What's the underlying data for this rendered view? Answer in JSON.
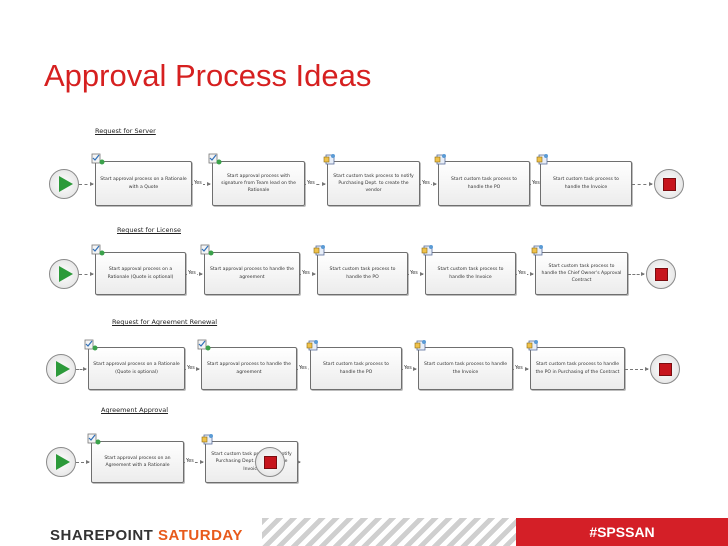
{
  "slide": {
    "title": "Approval Process Ideas"
  },
  "flows": [
    {
      "label": "Request for Server",
      "steps": [
        "Start approval process on a Rationale with a Quote",
        "Start approval process with signature from Team lead on the Rationale",
        "Start custom task process to notify Purchasing Dept. to create the vendor",
        "Start custom task process to handle the PO",
        "Start custom task process to handle the Invoice"
      ],
      "connectors": [
        "Yes",
        "Yes",
        "Yes",
        "Yes"
      ]
    },
    {
      "label": "Request for License",
      "steps": [
        "Start approval process on a Rationale (Quote is optional)",
        "Start approval process to handle the agreement",
        "Start custom task process to handle the PO",
        "Start custom task process to handle the Invoice",
        "Start custom task process to handle the Chief Owner's Approval Contract"
      ],
      "connectors": [
        "Yes",
        "Yes",
        "Yes",
        "Yes"
      ]
    },
    {
      "label": "Request for Agreement Renewal",
      "steps": [
        "Start approval process on a Rationale (Quote is optional)",
        "Start approval process to handle the agreement",
        "Start custom task process to handle the PO",
        "Start custom task process to handle the Invoice",
        "Start custom task process to handle the PO in Purchasing of the Contract"
      ],
      "connectors": [
        "Yes",
        "Yes",
        "Yes",
        "Yes"
      ]
    },
    {
      "label": "Agreement Approval",
      "steps": [
        "Start approval process on an Agreement with a Rationale",
        "Start custom task process to notify Purchasing Dept. to update the Invoice"
      ],
      "connectors": [
        "Yes"
      ]
    }
  ],
  "footer": {
    "logo_part1": "SHAREPOINT ",
    "logo_part2": "SATURDAY",
    "hashtag": "#SPSSAN"
  },
  "colors": {
    "title": "#d62020",
    "start": "#2c9a3a",
    "end": "#c7151d",
    "hashtag_bg": "#d41f27",
    "logo_accent": "#e85a1b"
  }
}
